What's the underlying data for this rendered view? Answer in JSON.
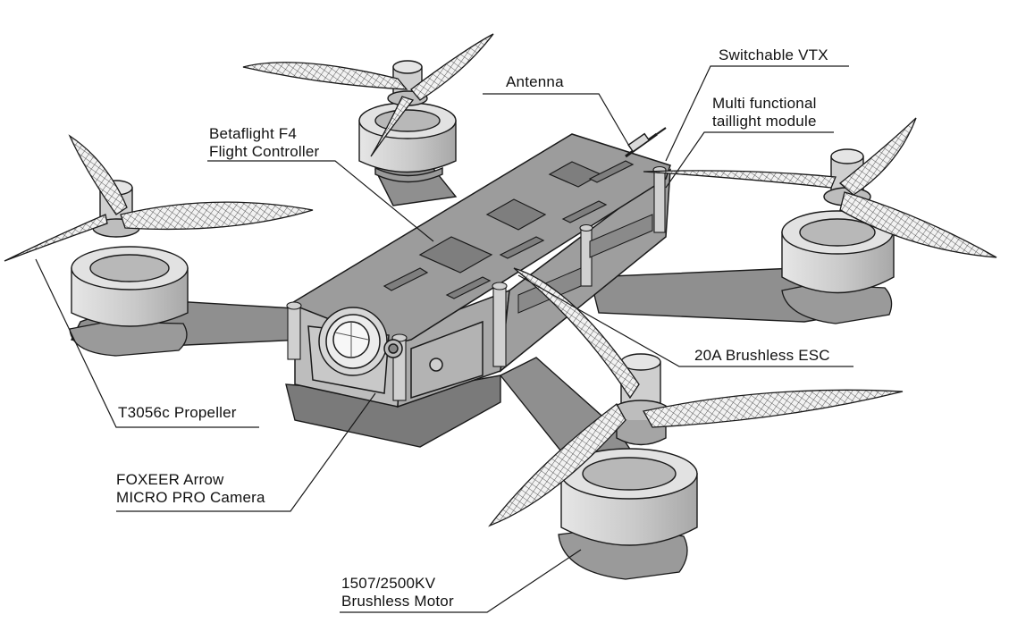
{
  "labels": {
    "antenna": [
      "Antenna"
    ],
    "vtx": [
      "Switchable VTX"
    ],
    "taillight": [
      "Multi functional",
      "taillight module"
    ],
    "flight_controller": [
      "Betaflight F4",
      "Flight Controller"
    ],
    "esc": [
      "20A Brushless ESC"
    ],
    "propeller": [
      "T3056c Propeller"
    ],
    "camera": [
      "FOXEER Arrow",
      "MICRO PRO Camera"
    ],
    "motor": [
      "1507/2500KV",
      "Brushless Motor"
    ]
  },
  "colors": {
    "line": "#1a1a1a",
    "frame_top": "#9c9c9c",
    "frame_side": "#6e6e6e",
    "arm": "#8f8f8f",
    "motor_light": "#d9d9d9",
    "motor_mid": "#bdbdbd",
    "prop_fill": "#4a4a4a"
  }
}
